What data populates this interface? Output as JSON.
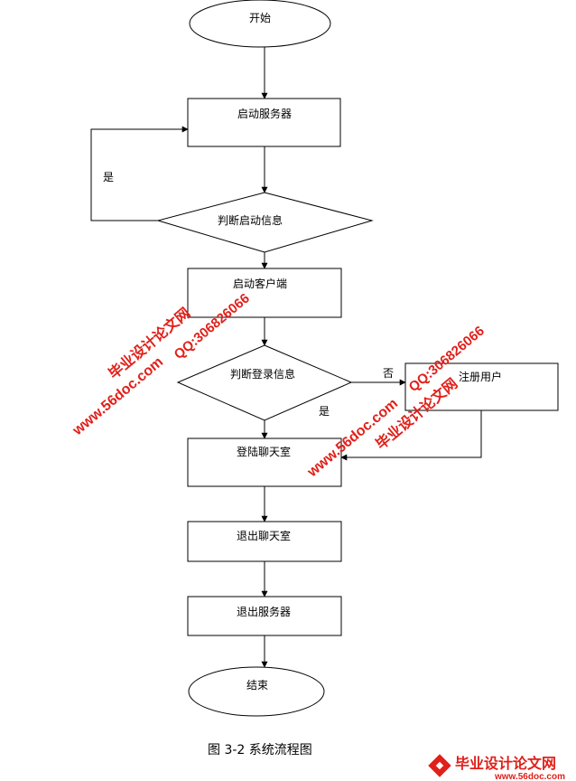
{
  "nodes": {
    "start": "开始",
    "start_server": "启动服务器",
    "check_start": "判断启动信息",
    "start_client": "启动客户端",
    "check_login": "判断登录信息",
    "register": "注册用户",
    "login_chat": "登陆聊天室",
    "exit_chat": "退出聊天室",
    "exit_server": "退出服务器",
    "end": "结束"
  },
  "edges": {
    "yes_loop": "是",
    "no_branch": "否",
    "yes_down": "是"
  },
  "caption": "图 3-2 系统流程图",
  "watermark": {
    "name": "毕业设计论文网",
    "url": "www.56doc.com",
    "qq": "QQ:306826066"
  },
  "footer_logo": {
    "name": "毕业设计论文网",
    "url": "www.56doc.com"
  },
  "colors": {
    "line": "#000000",
    "watermark": "#e0201a"
  }
}
